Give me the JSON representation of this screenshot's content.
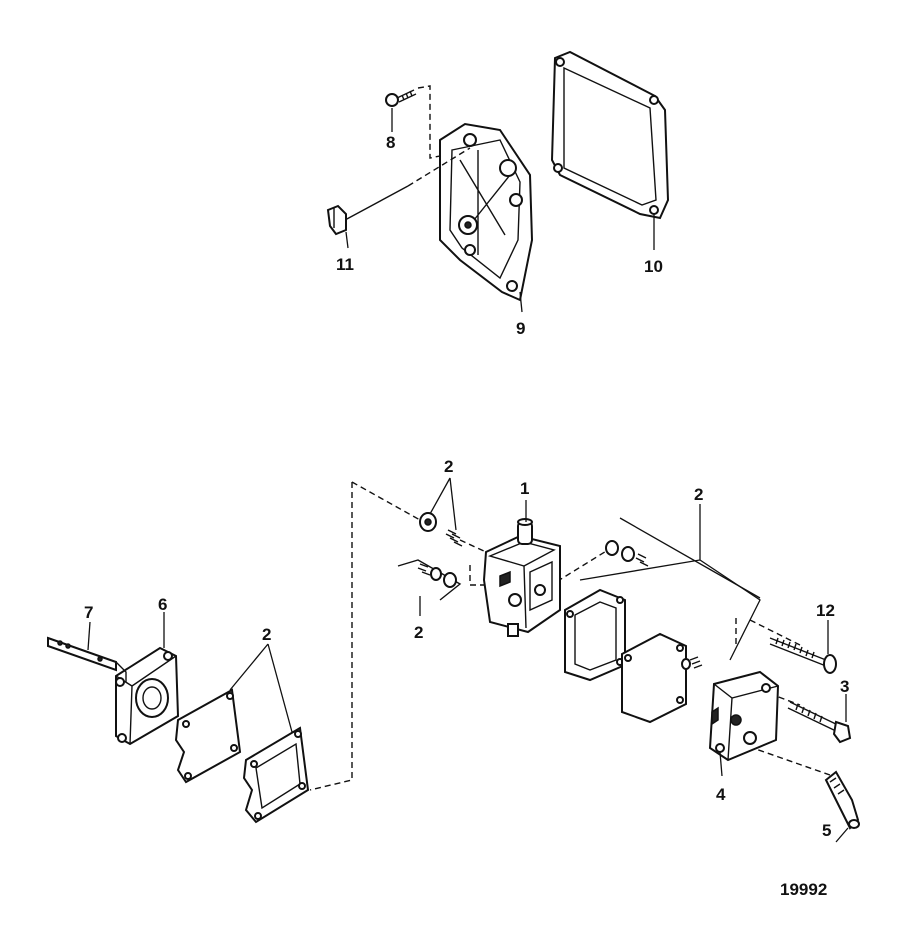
{
  "figure_number": "19992",
  "callouts": {
    "c1": "1",
    "c2a": "2",
    "c2b": "2",
    "c2c": "2",
    "c2d": "2",
    "c3": "3",
    "c4": "4",
    "c5": "5",
    "c6": "6",
    "c7": "7",
    "c8": "8",
    "c9": "9",
    "c10": "10",
    "c11": "11",
    "c12": "12"
  }
}
